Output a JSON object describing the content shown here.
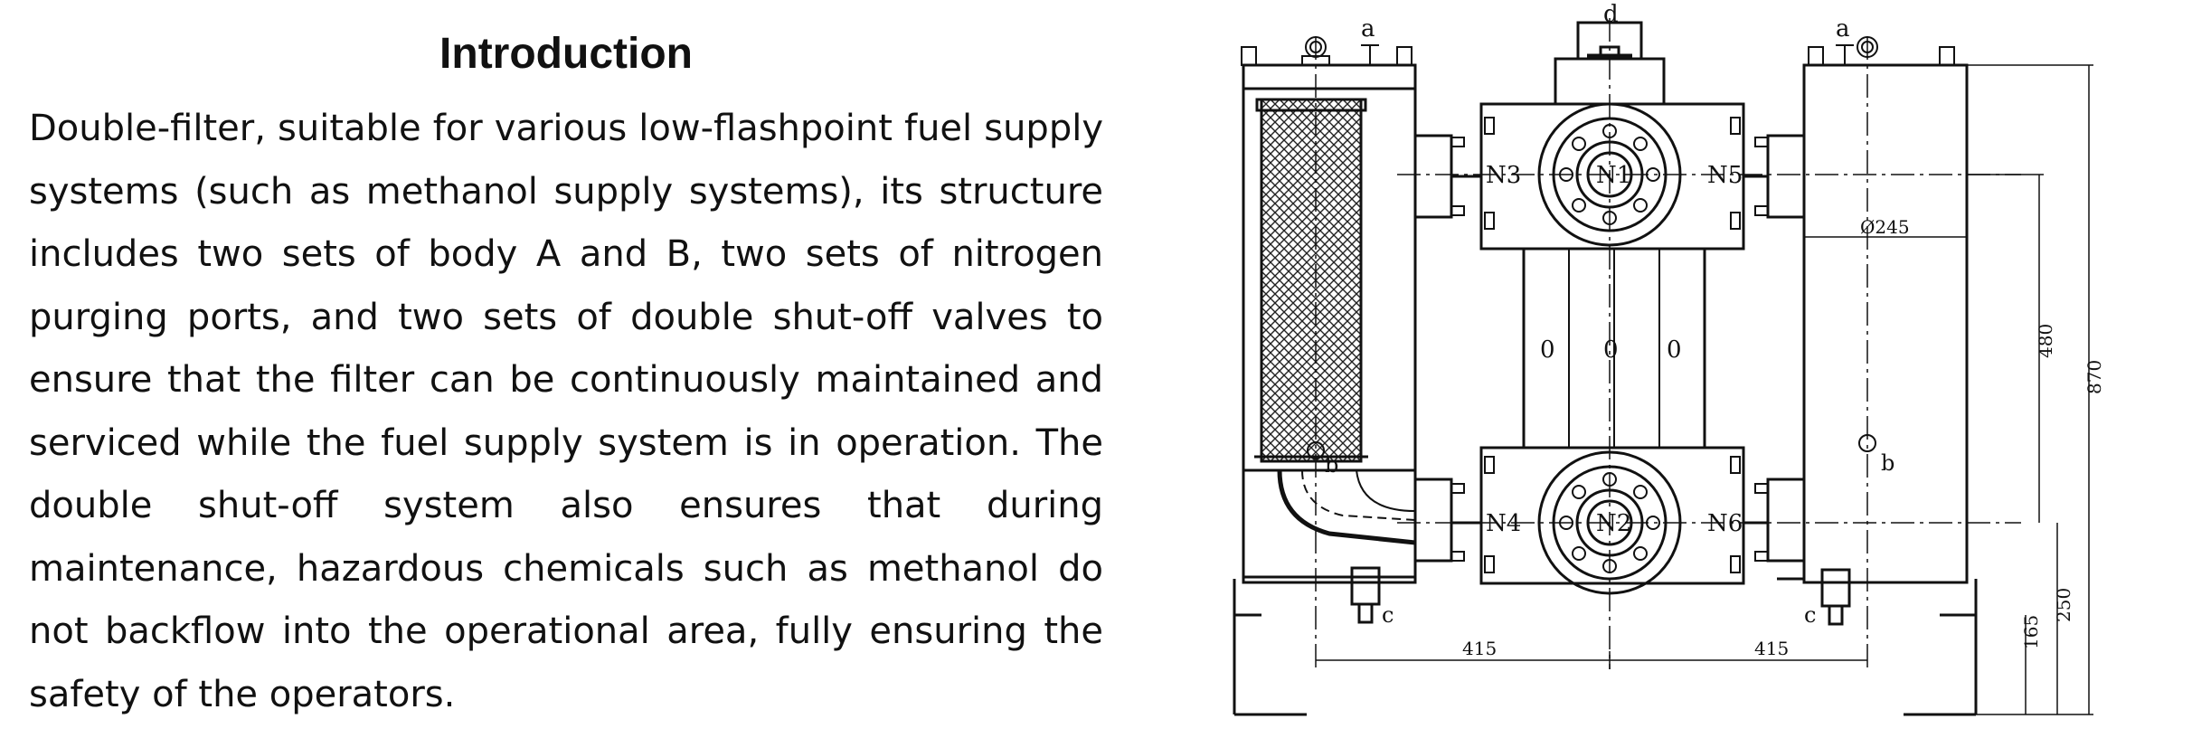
{
  "introduction": {
    "heading": "Introduction",
    "body": "Double-filter, suitable for various low-flashpoint fuel supply systems (such as methanol supply systems), its structure includes two sets of body A and B, two sets of nitrogen purging ports, and two sets of double shut-off valves to ensure that the filter can be continuously maintained and serviced while the fuel supply system is in operation. The double shut-off system also ensures that during maintenance, hazardous chemicals such as methanol do not backflow into the operational area, fully ensuring the safety of the operators."
  },
  "diagram": {
    "labels": {
      "a_left": "a",
      "a_right": "a",
      "d": "d",
      "b_left": "b",
      "b_right": "b",
      "c_left": "c",
      "c_right": "c",
      "n1": "N1",
      "n2": "N2",
      "n3": "N3",
      "n4": "N4",
      "n5": "N5",
      "n6": "N6",
      "o1": "0",
      "o2": "0",
      "o3": "0"
    },
    "dimensions": {
      "diameter": "Ø245",
      "d480": "480",
      "d870": "870",
      "d250": "250",
      "d165": "165",
      "d415_left": "415",
      "d415_right": "415"
    }
  }
}
